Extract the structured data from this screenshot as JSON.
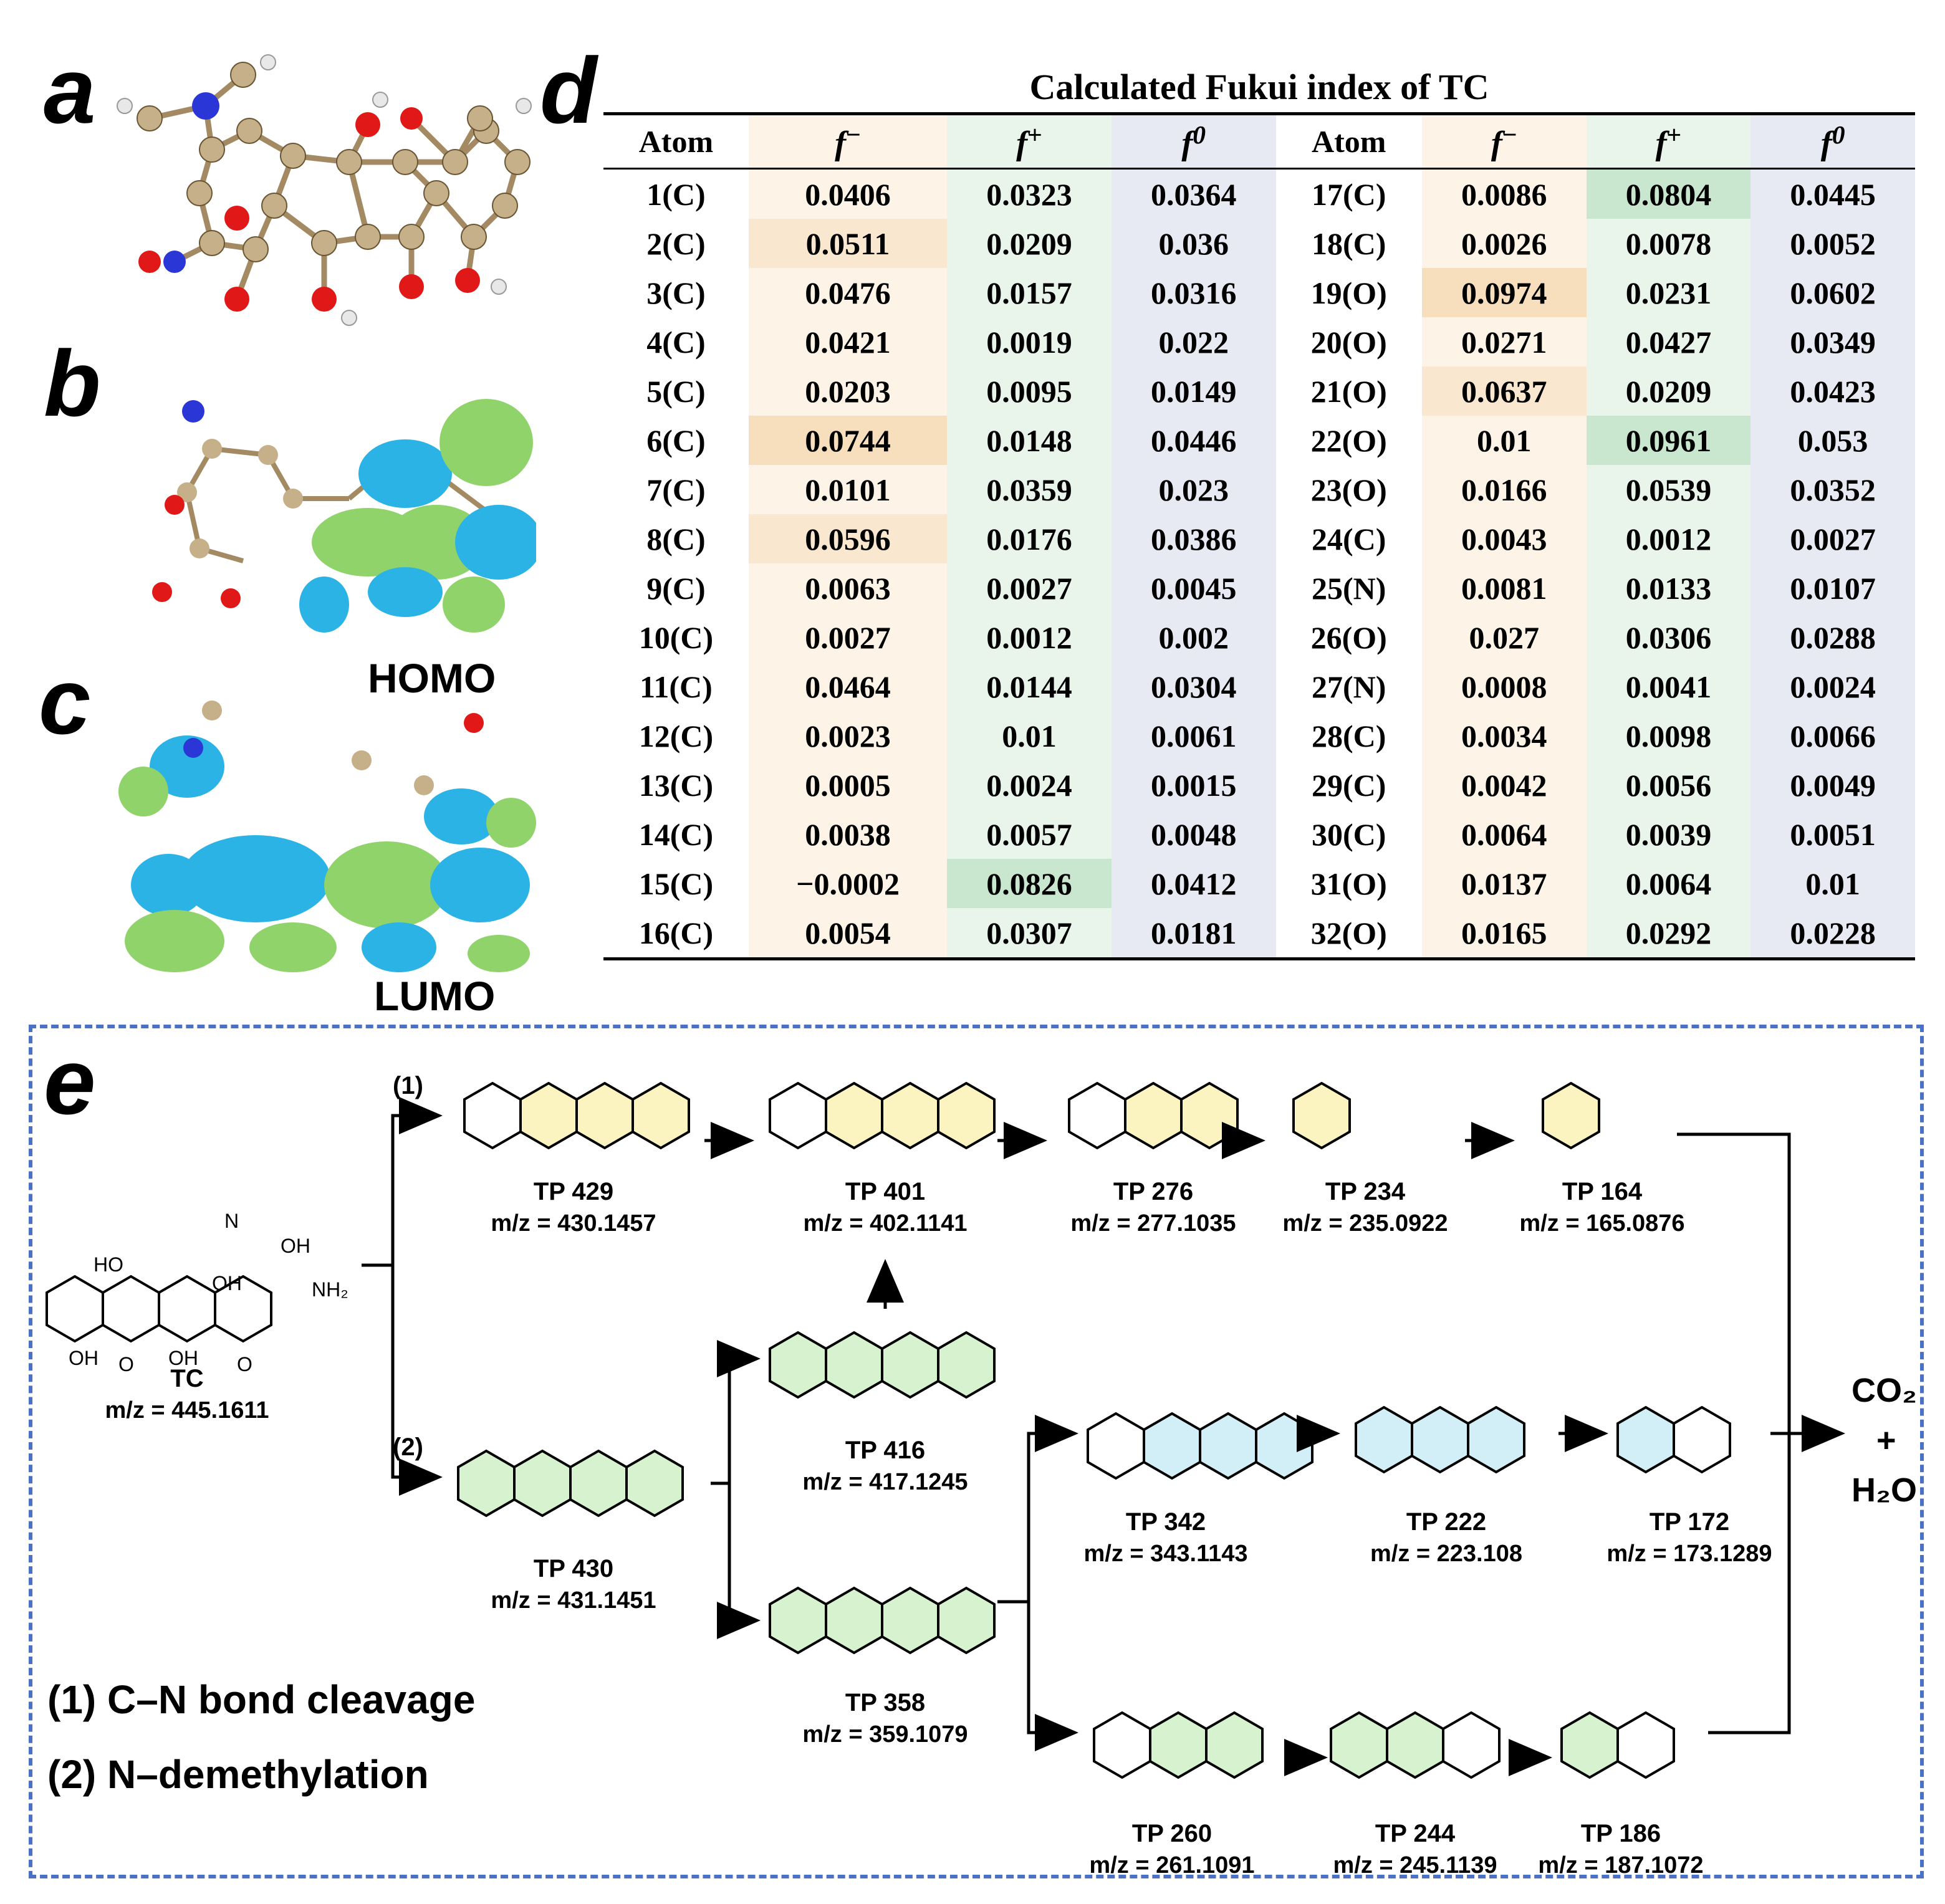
{
  "panel_letters": {
    "a": "a",
    "b": "b",
    "c": "c",
    "d": "d",
    "e": "e"
  },
  "orbitals": {
    "homo": "HOMO",
    "lumo": "LUMO"
  },
  "table": {
    "title": "Calculated Fukui index of TC",
    "headers": {
      "atom": "Atom",
      "fm": "f",
      "fm_sup": "−",
      "fp": "f",
      "fp_sup": "+",
      "f0": "f",
      "f0_sup": "0"
    },
    "rows": [
      {
        "atom": "1(C)",
        "fm": "0.0406",
        "fp": "0.0323",
        "f0": "0.0364",
        "atom2": "17(C)",
        "fm2": "0.0086",
        "fp2": "0.0804",
        "f02": "0.0445"
      },
      {
        "atom": "2(C)",
        "fm": "0.0511",
        "fp": "0.0209",
        "f0": "0.036",
        "atom2": "18(C)",
        "fm2": "0.0026",
        "fp2": "0.0078",
        "f02": "0.0052"
      },
      {
        "atom": "3(C)",
        "fm": "0.0476",
        "fp": "0.0157",
        "f0": "0.0316",
        "atom2": "19(O)",
        "fm2": "0.0974",
        "fp2": "0.0231",
        "f02": "0.0602"
      },
      {
        "atom": "4(C)",
        "fm": "0.0421",
        "fp": "0.0019",
        "f0": "0.022",
        "atom2": "20(O)",
        "fm2": "0.0271",
        "fp2": "0.0427",
        "f02": "0.0349"
      },
      {
        "atom": "5(C)",
        "fm": "0.0203",
        "fp": "0.0095",
        "f0": "0.0149",
        "atom2": "21(O)",
        "fm2": "0.0637",
        "fp2": "0.0209",
        "f02": "0.0423"
      },
      {
        "atom": "6(C)",
        "fm": "0.0744",
        "fp": "0.0148",
        "f0": "0.0446",
        "atom2": "22(O)",
        "fm2": "0.01",
        "fp2": "0.0961",
        "f02": "0.053"
      },
      {
        "atom": "7(C)",
        "fm": "0.0101",
        "fp": "0.0359",
        "f0": "0.023",
        "atom2": "23(O)",
        "fm2": "0.0166",
        "fp2": "0.0539",
        "f02": "0.0352"
      },
      {
        "atom": "8(C)",
        "fm": "0.0596",
        "fp": "0.0176",
        "f0": "0.0386",
        "atom2": "24(C)",
        "fm2": "0.0043",
        "fp2": "0.0012",
        "f02": "0.0027"
      },
      {
        "atom": "9(C)",
        "fm": "0.0063",
        "fp": "0.0027",
        "f0": "0.0045",
        "atom2": "25(N)",
        "fm2": "0.0081",
        "fp2": "0.0133",
        "f02": "0.0107"
      },
      {
        "atom": "10(C)",
        "fm": "0.0027",
        "fp": "0.0012",
        "f0": "0.002",
        "atom2": "26(O)",
        "fm2": "0.027",
        "fp2": "0.0306",
        "f02": "0.0288"
      },
      {
        "atom": "11(C)",
        "fm": "0.0464",
        "fp": "0.0144",
        "f0": "0.0304",
        "atom2": "27(N)",
        "fm2": "0.0008",
        "fp2": "0.0041",
        "f02": "0.0024"
      },
      {
        "atom": "12(C)",
        "fm": "0.0023",
        "fp": "0.01",
        "f0": "0.0061",
        "atom2": "28(C)",
        "fm2": "0.0034",
        "fp2": "0.0098",
        "f02": "0.0066"
      },
      {
        "atom": "13(C)",
        "fm": "0.0005",
        "fp": "0.0024",
        "f0": "0.0015",
        "atom2": "29(C)",
        "fm2": "0.0042",
        "fp2": "0.0056",
        "f02": "0.0049"
      },
      {
        "atom": "14(C)",
        "fm": "0.0038",
        "fp": "0.0057",
        "f0": "0.0048",
        "atom2": "30(C)",
        "fm2": "0.0064",
        "fp2": "0.0039",
        "f02": "0.0051"
      },
      {
        "atom": "15(C)",
        "fm": "−0.0002",
        "fp": "0.0826",
        "f0": "0.0412",
        "atom2": "31(O)",
        "fm2": "0.0137",
        "fp2": "0.0064",
        "f02": "0.01"
      },
      {
        "atom": "16(C)",
        "fm": "0.0054",
        "fp": "0.0307",
        "f0": "0.0181",
        "atom2": "32(O)",
        "fm2": "0.0165",
        "fp2": "0.0292",
        "f02": "0.0228"
      }
    ]
  },
  "pathway": {
    "route1_tag": "(1)",
    "route2_tag": "(2)",
    "legend1": "(1) C–N bond cleavage",
    "legend2": "(2) N–demethylation",
    "products": {
      "co2": "CO₂",
      "plus": "+",
      "h2o": "H₂O"
    },
    "compounds": [
      {
        "id": "tc",
        "name": "TC",
        "mz": "m/z = 445.1611"
      },
      {
        "id": "tp429",
        "name": "TP 429",
        "mz": "m/z = 430.1457"
      },
      {
        "id": "tp401",
        "name": "TP 401",
        "mz": "m/z = 402.1141"
      },
      {
        "id": "tp276",
        "name": "TP 276",
        "mz": "m/z = 277.1035"
      },
      {
        "id": "tp234",
        "name": "TP 234",
        "mz": "m/z = 235.0922"
      },
      {
        "id": "tp164",
        "name": "TP 164",
        "mz": "m/z = 165.0876"
      },
      {
        "id": "tp416",
        "name": "TP 416",
        "mz": "m/z = 417.1245"
      },
      {
        "id": "tp430",
        "name": "TP 430",
        "mz": "m/z = 431.1451"
      },
      {
        "id": "tp358",
        "name": "TP 358",
        "mz": "m/z = 359.1079"
      },
      {
        "id": "tp342",
        "name": "TP 342",
        "mz": "m/z = 343.1143"
      },
      {
        "id": "tp222",
        "name": "TP 222",
        "mz": "m/z = 223.108"
      },
      {
        "id": "tp172",
        "name": "TP 172",
        "mz": "m/z = 173.1289"
      },
      {
        "id": "tp260",
        "name": "TP 260",
        "mz": "m/z = 261.1091"
      },
      {
        "id": "tp244",
        "name": "TP 244",
        "mz": "m/z = 245.1139"
      },
      {
        "id": "tp186",
        "name": "TP 186",
        "mz": "m/z = 187.1072"
      }
    ]
  },
  "colors": {
    "fminus_bg": "#fdf3e6",
    "fplus_bg": "#e9f4ea",
    "f0_bg": "#e7eaf2",
    "orbital_green": "#8fd36a",
    "orbital_blue": "#2bb3e6",
    "ring_yellow": "#fbf4c0",
    "ring_green": "#d6f2cf",
    "ring_blue": "#d2eef6",
    "dash_border": "#4a72c4"
  }
}
